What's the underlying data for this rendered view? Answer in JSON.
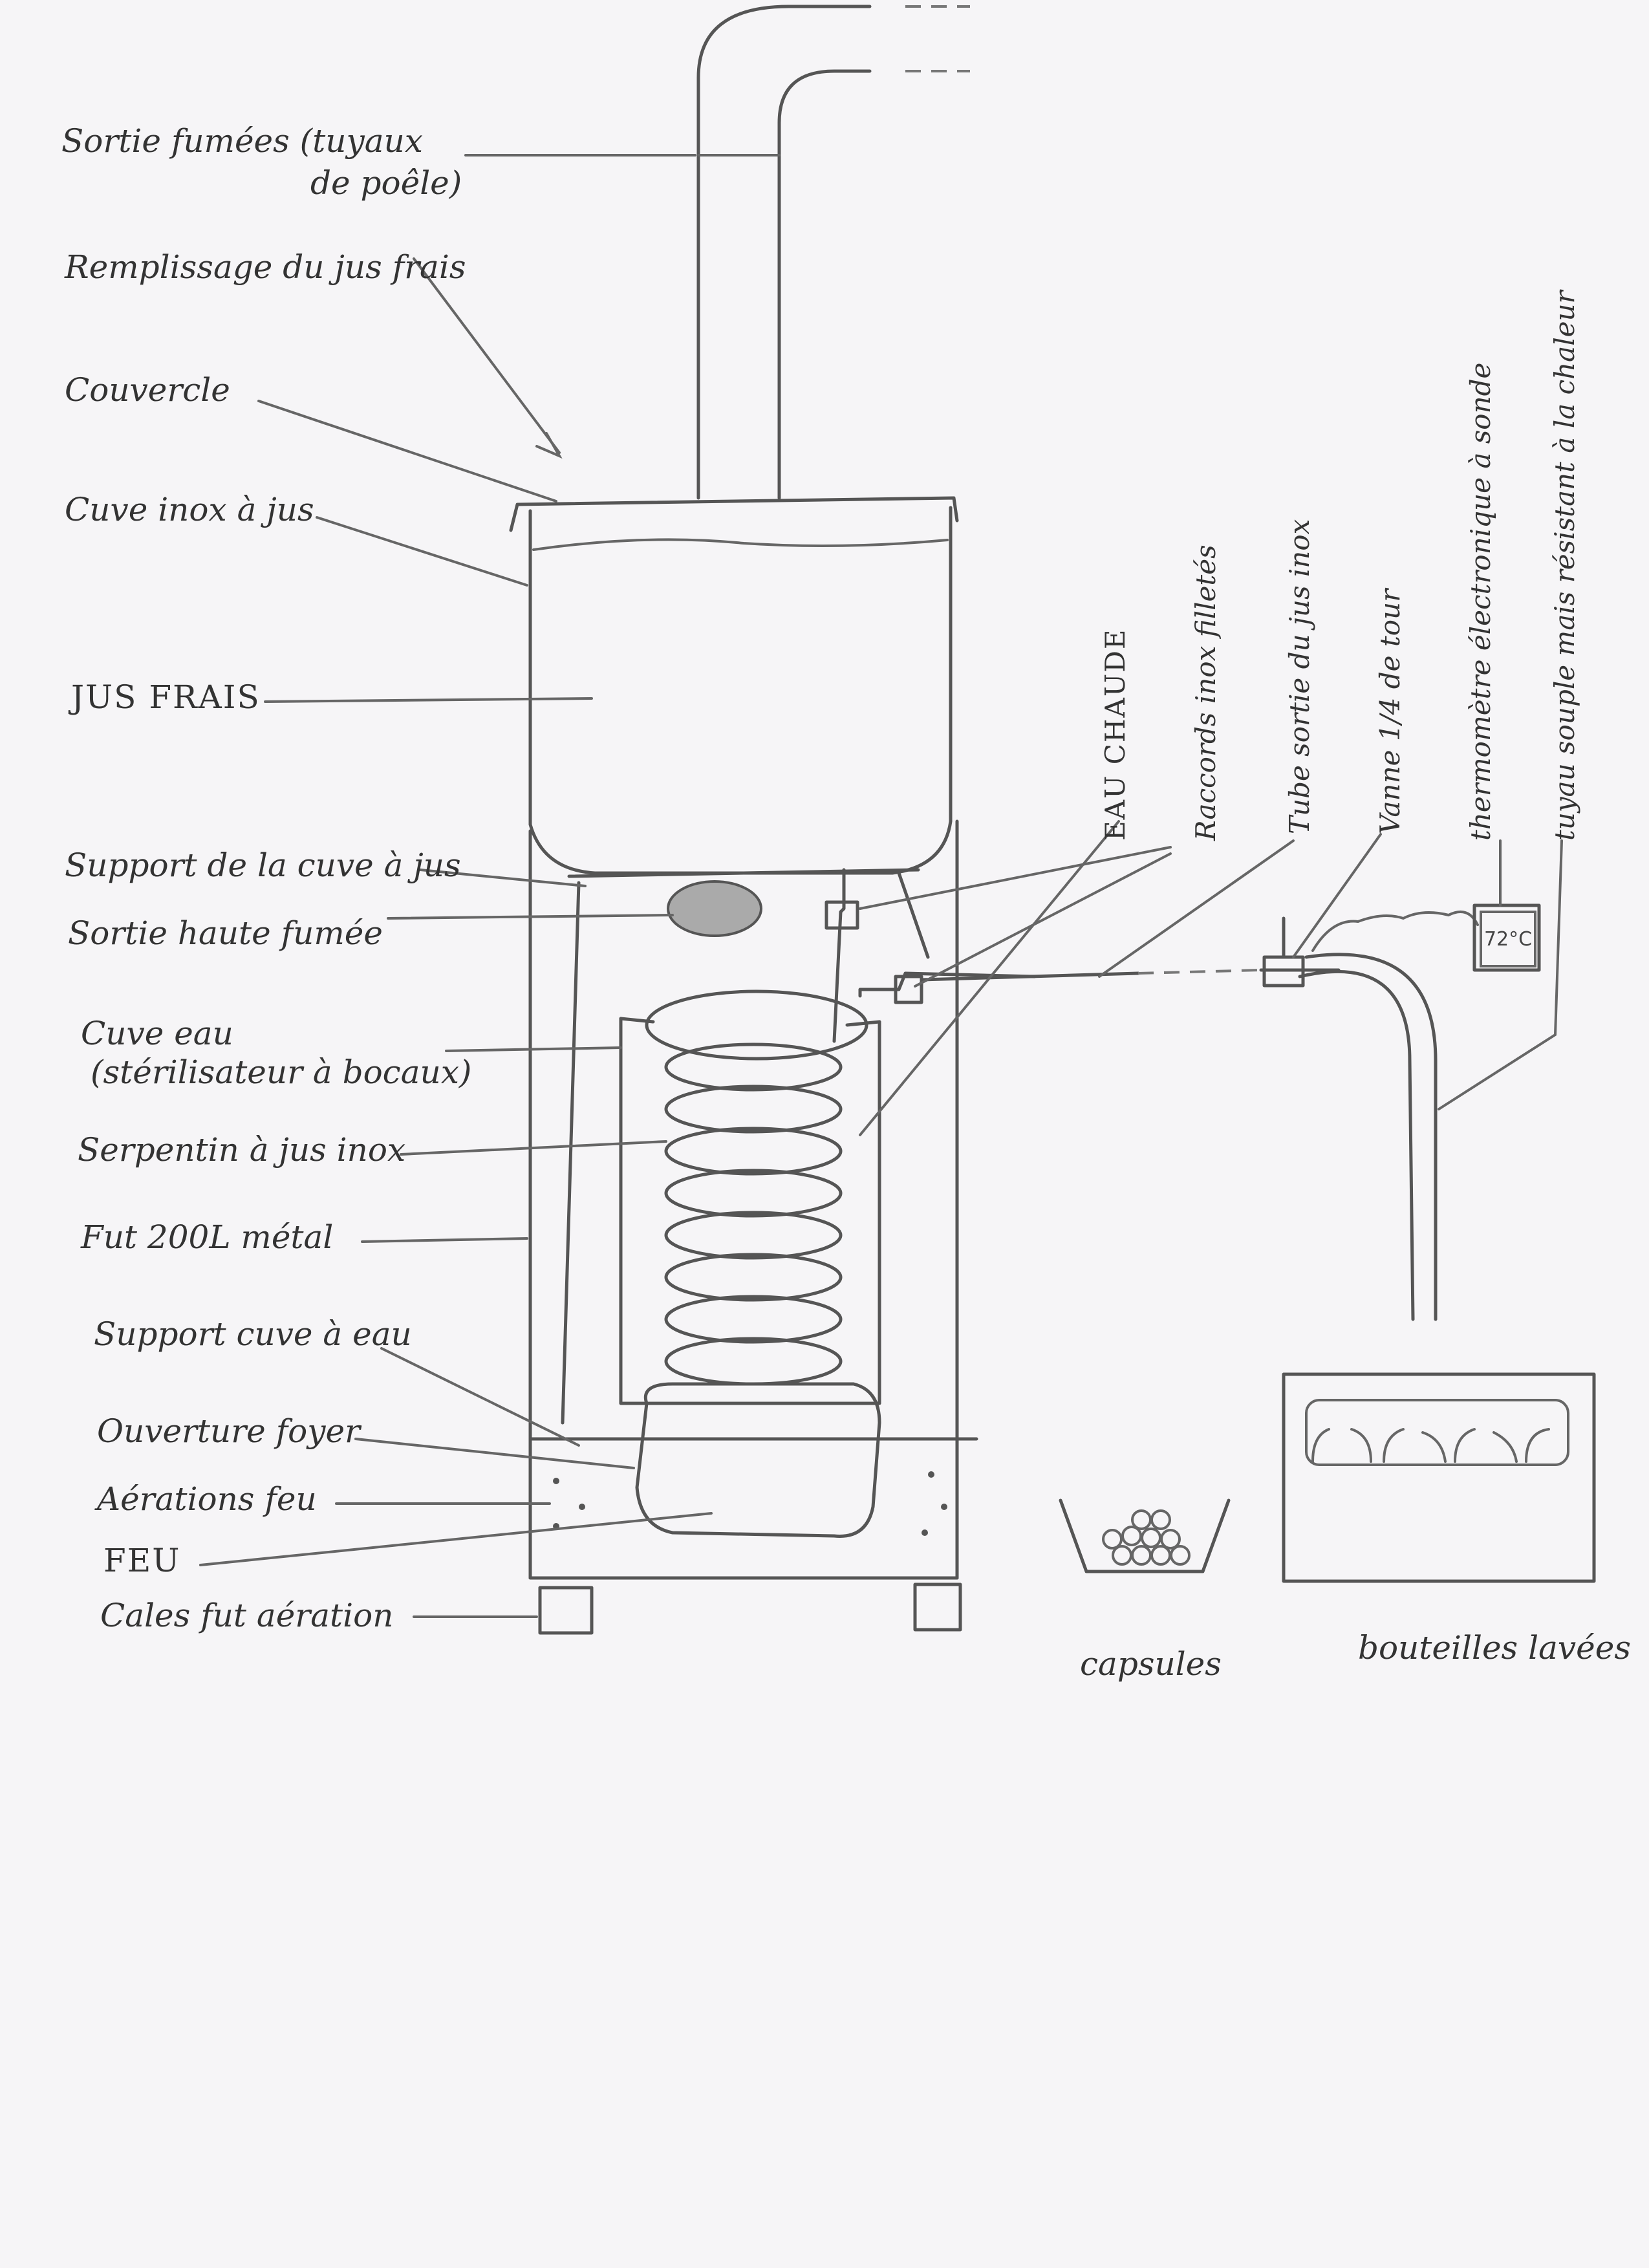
{
  "labels": {
    "sortie_fumees": "Sortie fumées (tuyaux",
    "sortie_fumees_2": "de poêle)",
    "remplissage": "Remplissage du jus frais",
    "couvercle": "Couvercle",
    "cuve_inox": "Cuve inox à jus",
    "jus_frais": "JUS FRAIS",
    "support_cuve": "Support de la cuve à jus",
    "sortie_haute": "Sortie haute fumée",
    "cuve_eau": "Cuve eau",
    "cuve_eau_2": "(stérilisateur à bocaux)",
    "serpentin": "Serpentin à jus inox",
    "fut": "Fut 200L métal",
    "support_eau": "Support cuve à eau",
    "ouverture": "Ouverture foyer",
    "aerations": "Aérations feu",
    "feu": "FEU",
    "cales": "Cales fut aération",
    "eau_chaude": "EAU CHAUDE",
    "raccords": "Raccords inox filletés",
    "tube": "Tube sortie du jus inox",
    "vanne": "Vanne 1/4 de tour",
    "thermometre": "thermomètre électronique à sonde",
    "tuyau": "tuyau souple mais résistant à la chaleur",
    "capsules": "capsules",
    "bouteilles": "bouteilles lavées"
  },
  "thermometer_display": "72°C"
}
